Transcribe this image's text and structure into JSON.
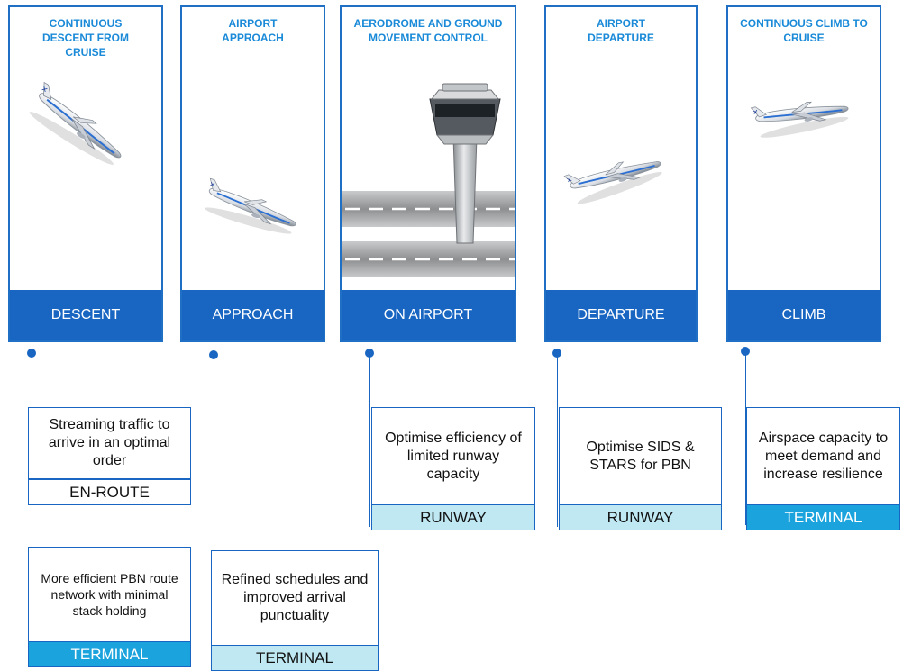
{
  "phases": [
    {
      "title": "CONTINUOUS DESCENT FROM CRUISE",
      "band": "DESCENT"
    },
    {
      "title": "AIRPORT APPROACH",
      "band": "APPROACH"
    },
    {
      "title": "AERODROME AND GROUND MOVEMENT CONTROL",
      "band": "ON AIRPORT"
    },
    {
      "title": "AIRPORT DEPARTURE",
      "band": "DEPARTURE"
    },
    {
      "title": "CONTINUOUS CLIMB TO CRUISE",
      "band": "CLIMB"
    }
  ],
  "notes": {
    "descent_enroute": {
      "text": "Streaming traffic to arrive in an optimal order",
      "tag": "EN-ROUTE"
    },
    "descent_terminal": {
      "text": "More efficient PBN route network with minimal stack holding",
      "tag": "TERMINAL"
    },
    "approach_terminal": {
      "text": "Refined schedules and improved arrival punctuality",
      "tag": "TERMINAL"
    },
    "airport_runway": {
      "text": "Optimise efficiency of limited runway capacity",
      "tag": "RUNWAY"
    },
    "departure_runway": {
      "text": "Optimise SIDS & STARS for PBN",
      "tag": "RUNWAY"
    },
    "climb_terminal": {
      "text": "Airspace capacity to meet demand and increase resilience",
      "tag": "TERMINAL"
    }
  },
  "colors": {
    "accent": "#1866c2",
    "title_text": "#1a8ad8",
    "runway_tag": "#bfe8f2",
    "terminal_tag": "#1aa3dc"
  },
  "icons": [
    "airplane-icon",
    "control-tower-icon",
    "runway-icon"
  ]
}
